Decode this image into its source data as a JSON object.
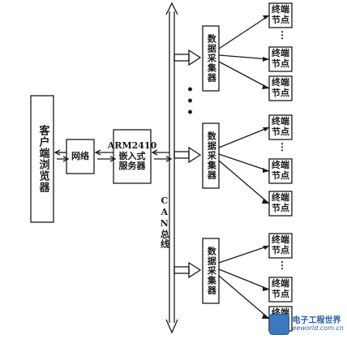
{
  "nodes": {
    "client": "客户端浏览器",
    "network": "网络",
    "server_line1": "ARM2410",
    "server_line2": "嵌入式",
    "server_line3": "服务器",
    "bus": "CAN总线",
    "collector": "数据采集器",
    "terminal": "终端节点",
    "ellipsis_v": "⋮",
    "bus_dots": "•\n•\n•"
  },
  "watermark": {
    "main": "电子工程世界",
    "sub": "eeworld.com.cn"
  },
  "colors": {
    "line": "#1a1a1a",
    "watermark": "#2a5ea8"
  }
}
